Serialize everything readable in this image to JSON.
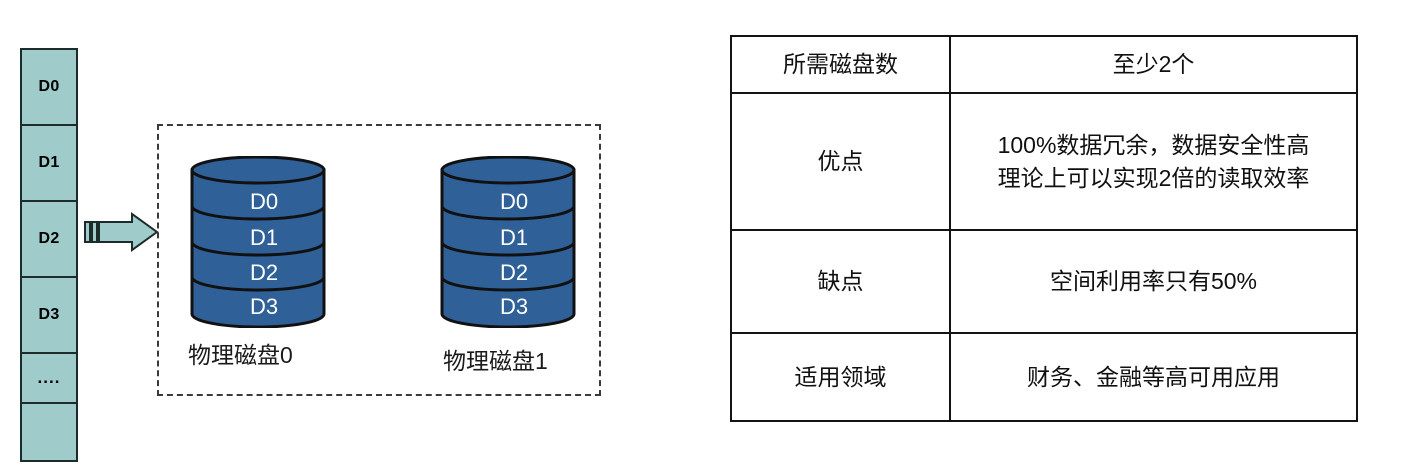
{
  "diagram": {
    "title_semantics": "RAID 1 mirroring illustration",
    "logical_column": {
      "name": "logical-data-blocks",
      "blocks": [
        "D0",
        "D1",
        "D2",
        "D3",
        "....",
        ""
      ],
      "fill_color": "#9FCBCB",
      "border_color": "#1D2B2B"
    },
    "arrow": {
      "name": "write-flow-arrow",
      "direction": "right",
      "fill_color": "#9FCBCB",
      "border_color": "#1D2B2B"
    },
    "group_box": {
      "name": "physical-disk-group",
      "style": "dashed",
      "border_color": "#3A3A3A"
    },
    "disks": [
      {
        "label": "物理磁盘0",
        "segments": [
          "D0",
          "D1",
          "D2",
          "D3"
        ],
        "fill_color": "#2F6098",
        "border_color": "#111111",
        "text_color": "#FFFFFF"
      },
      {
        "label": "物理磁盘1",
        "segments": [
          "D0",
          "D1",
          "D2",
          "D3"
        ],
        "fill_color": "#2F6098",
        "border_color": "#111111",
        "text_color": "#FFFFFF"
      }
    ]
  },
  "spec_table": {
    "name": "raid1-specification-table",
    "border_color": "#131313",
    "rows": [
      {
        "label": "所需磁盘数",
        "value_lines": [
          "至少2个"
        ]
      },
      {
        "label": "优点",
        "value_lines": [
          "100%数据冗余，数据安全性高",
          "理论上可以实现2倍的读取效率"
        ]
      },
      {
        "label": "缺点",
        "value_lines": [
          "空间利用率只有50%"
        ]
      },
      {
        "label": "适用领域",
        "value_lines": [
          "财务、金融等高可用应用"
        ]
      }
    ]
  }
}
